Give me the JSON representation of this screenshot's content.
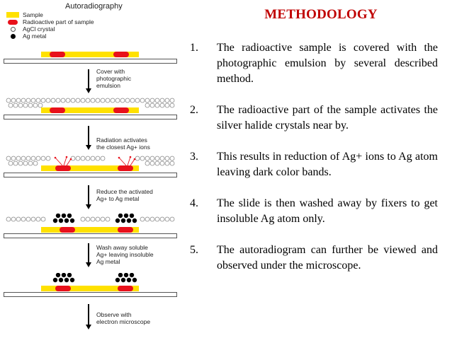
{
  "diagram": {
    "title": "Autoradiography",
    "legend": [
      {
        "label": "Sample",
        "swatch": "yellow"
      },
      {
        "label": "Radioactive part of sample",
        "swatch": "red"
      },
      {
        "label": "AgCl crystal",
        "swatch": "circle"
      },
      {
        "label": "Ag metal",
        "swatch": "dot"
      }
    ],
    "steps": [
      "Cover with\nphotographic\nemulsion",
      "Radiation activates\nthe closest Ag+ ions",
      "Reduce the activated\nAg+ to Ag metal",
      "Wash away soluble\nAg+ leaving insoluble\nAg metal",
      "Observe with\nelectron microscope"
    ],
    "colors": {
      "sample": "#ffe100",
      "radioactive": "#e8111b",
      "heading": "#c00000"
    }
  },
  "methodology": {
    "heading": "METHODOLOGY",
    "items": [
      {
        "num": "1.",
        "text": "The radioactive sample is covered with the photographic emulsion by several described method."
      },
      {
        "num": "2.",
        "text": "The radioactive part of the sample activates the silver halide crystals near by."
      },
      {
        "num": "3.",
        "text": "This results in reduction of Ag+ ions to Ag atom leaving dark color bands."
      },
      {
        "num": "4.",
        "text": "The slide is then washed away by fixers to get insoluble Ag atom only."
      },
      {
        "num": "5.",
        "text": "The autoradiogram can further be viewed and observed under the microscope."
      }
    ]
  }
}
